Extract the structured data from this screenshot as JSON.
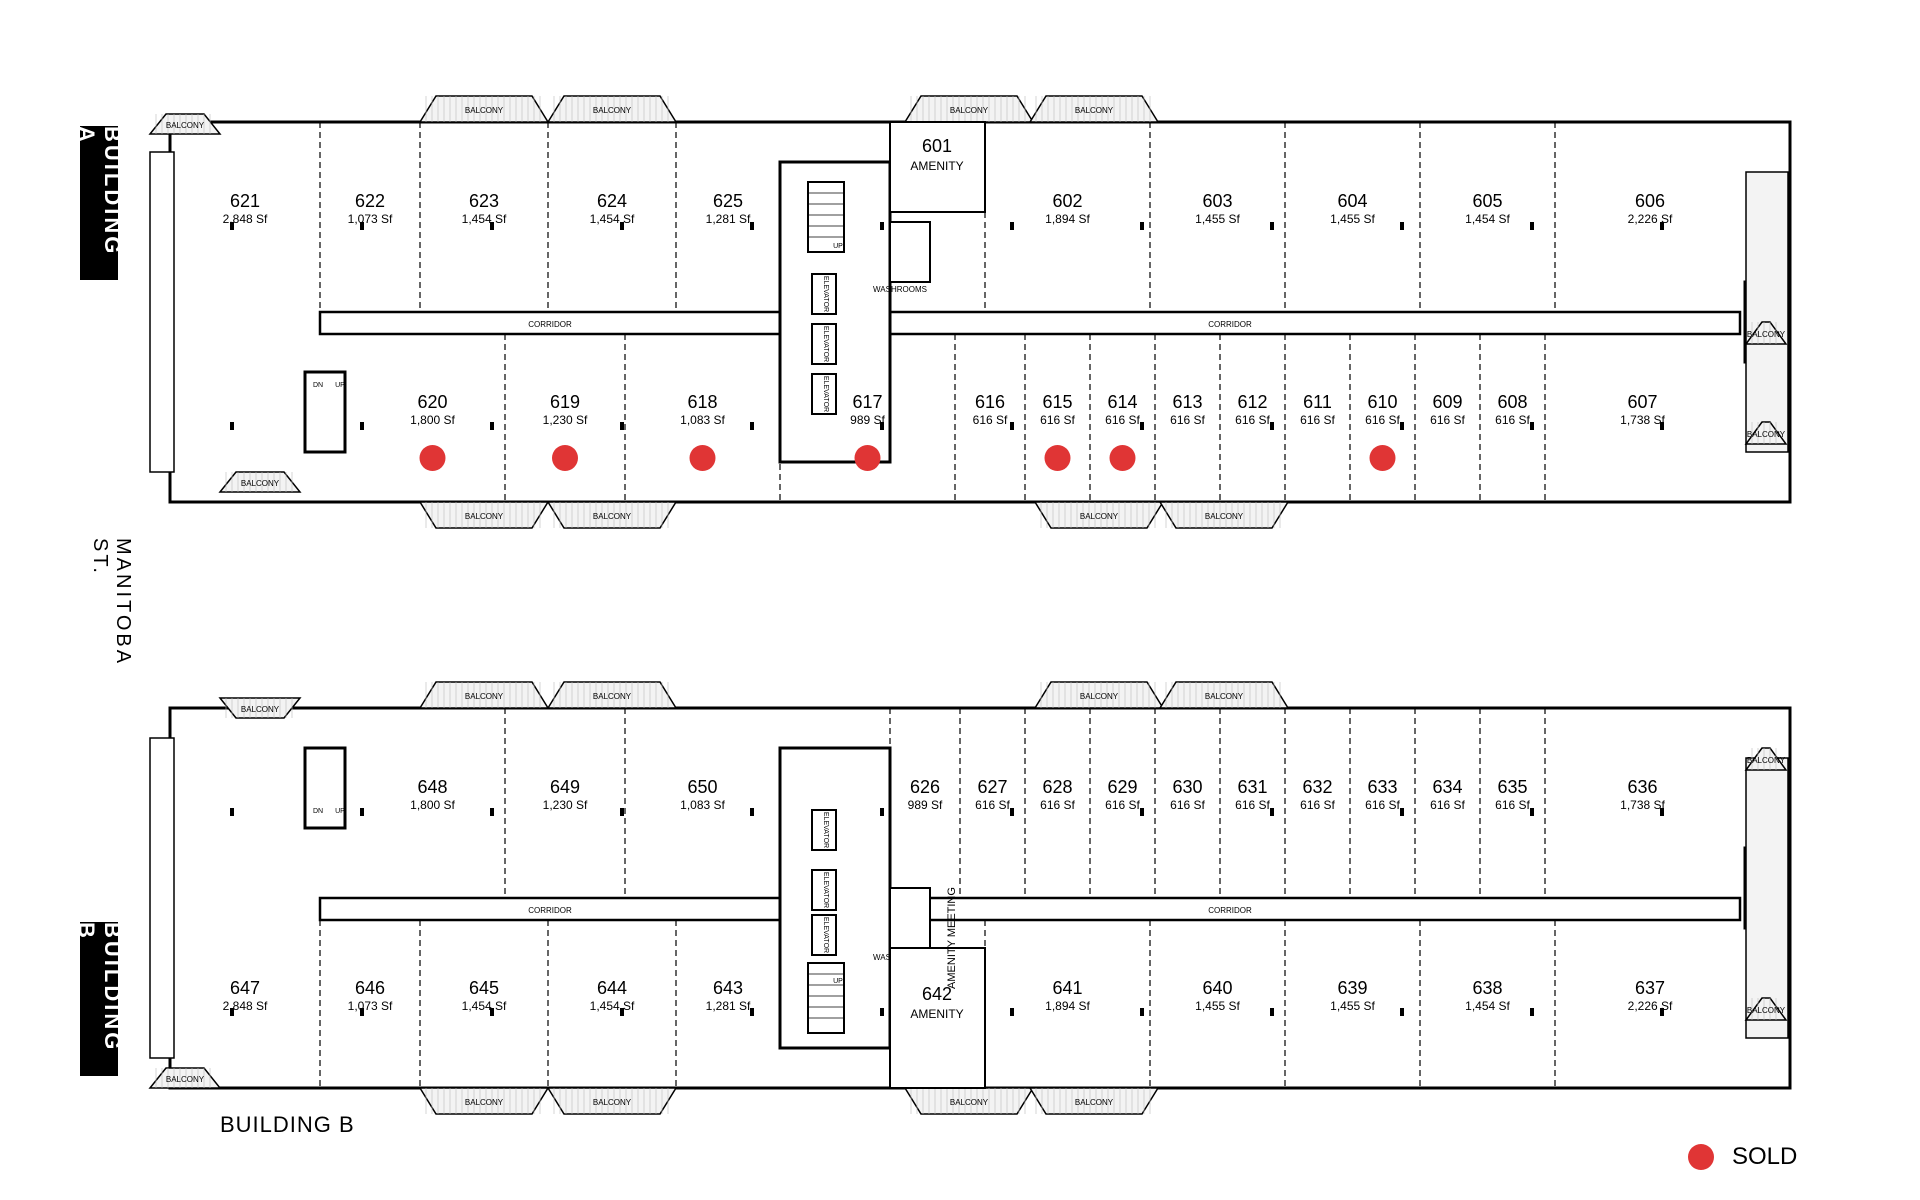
{
  "building_a": {
    "label": "BUILDING A",
    "top_row": [
      {
        "id": "621",
        "area": "2,848 Sf"
      },
      {
        "id": "622",
        "area": "1,073 Sf"
      },
      {
        "id": "623",
        "area": "1,454 Sf"
      },
      {
        "id": "624",
        "area": "1,454 Sf"
      },
      {
        "id": "625",
        "area": "1,281 Sf"
      },
      {
        "id": "602",
        "area": "1,894 Sf"
      },
      {
        "id": "603",
        "area": "1,455 Sf"
      },
      {
        "id": "604",
        "area": "1,455 Sf"
      },
      {
        "id": "605",
        "area": "1,454 Sf"
      },
      {
        "id": "606",
        "area": "2,226 Sf"
      }
    ],
    "amenity": {
      "id": "601",
      "label": "AMENITY"
    },
    "bottom_row": [
      {
        "id": "620",
        "area": "1,800 Sf",
        "sold": true
      },
      {
        "id": "619",
        "area": "1,230 Sf",
        "sold": true
      },
      {
        "id": "618",
        "area": "1,083 Sf",
        "sold": true
      },
      {
        "id": "617",
        "area": "989 Sf",
        "sold": true
      },
      {
        "id": "616",
        "area": "616 Sf",
        "sold": false
      },
      {
        "id": "615",
        "area": "616 Sf",
        "sold": true
      },
      {
        "id": "614",
        "area": "616 Sf",
        "sold": true
      },
      {
        "id": "613",
        "area": "616 Sf",
        "sold": false
      },
      {
        "id": "612",
        "area": "616 Sf",
        "sold": false
      },
      {
        "id": "611",
        "area": "616 Sf",
        "sold": false
      },
      {
        "id": "610",
        "area": "616 Sf",
        "sold": true
      },
      {
        "id": "609",
        "area": "616 Sf",
        "sold": false
      },
      {
        "id": "608",
        "area": "616 Sf",
        "sold": false
      },
      {
        "id": "607",
        "area": "1,738 Sf",
        "sold": false
      }
    ]
  },
  "building_b": {
    "label": "BUILDING B",
    "caption": "BUILDING B",
    "top_row": [
      {
        "id": "648",
        "area": "1,800 Sf"
      },
      {
        "id": "649",
        "area": "1,230 Sf"
      },
      {
        "id": "650",
        "area": "1,083 Sf"
      },
      {
        "id": "626",
        "area": "989 Sf"
      },
      {
        "id": "627",
        "area": "616 Sf"
      },
      {
        "id": "628",
        "area": "616 Sf"
      },
      {
        "id": "629",
        "area": "616 Sf"
      },
      {
        "id": "630",
        "area": "616 Sf"
      },
      {
        "id": "631",
        "area": "616 Sf"
      },
      {
        "id": "632",
        "area": "616 Sf"
      },
      {
        "id": "633",
        "area": "616 Sf"
      },
      {
        "id": "634",
        "area": "616 Sf"
      },
      {
        "id": "635",
        "area": "616 Sf"
      },
      {
        "id": "636",
        "area": "1,738 Sf"
      }
    ],
    "bottom_row": [
      {
        "id": "647",
        "area": "2,848 Sf"
      },
      {
        "id": "646",
        "area": "1,073 Sf"
      },
      {
        "id": "645",
        "area": "1,454 Sf"
      },
      {
        "id": "644",
        "area": "1,454 Sf"
      },
      {
        "id": "643",
        "area": "1,281 Sf"
      },
      {
        "id": "641",
        "area": "1,894 Sf"
      },
      {
        "id": "640",
        "area": "1,455 Sf"
      },
      {
        "id": "639",
        "area": "1,455 Sf"
      },
      {
        "id": "638",
        "area": "1,454 Sf"
      },
      {
        "id": "637",
        "area": "2,226 Sf"
      }
    ],
    "amenity": {
      "id": "642",
      "label": "AMENITY"
    },
    "amenity_meeting": "AMENITY MEETING"
  },
  "street": "MANITOBA ST.",
  "labels": {
    "corridor": "CORRIDOR",
    "balcony": "BALCONY",
    "elevator": "ELEVATOR",
    "washrooms": "WASHROOMS",
    "dn": "DN",
    "up": "UP"
  },
  "legend": {
    "label": "SOLD",
    "color": "#e03535"
  }
}
